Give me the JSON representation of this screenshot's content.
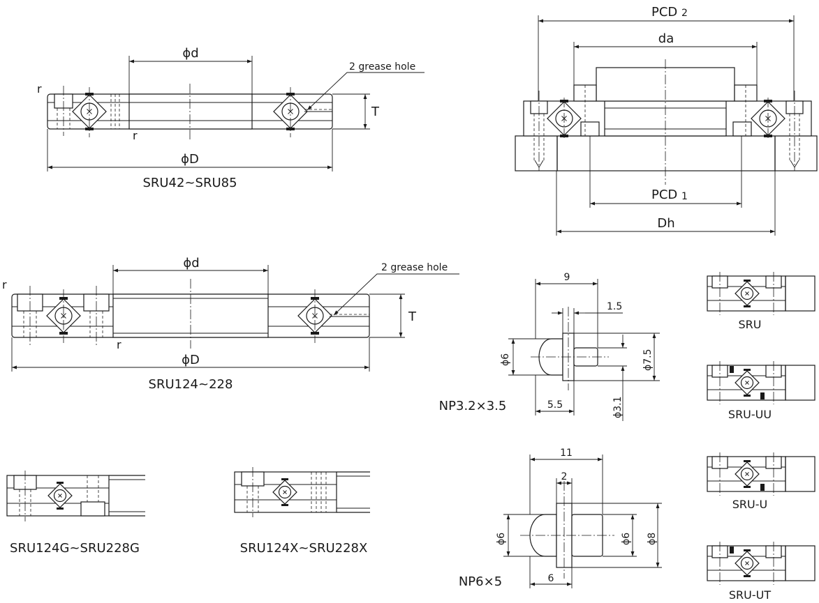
{
  "labels": {
    "phi_d": "ϕd",
    "phi_D": "ϕD",
    "T": "T",
    "r": "r",
    "grease_hole": "2 grease hole",
    "pcd2": "PCD",
    "pcd2_sub": "2",
    "da": "da",
    "pcd1": "PCD",
    "pcd1_sub": "1",
    "dh": "Dh"
  },
  "captions": {
    "sru42": "SRU42~SRU85",
    "sru124": "SRU124~228",
    "sru124g": "SRU124G~SRU228G",
    "sru124x": "SRU124X~SRU228X",
    "np32": "NP3.2×3.5",
    "np6": "NP6×5"
  },
  "np32": {
    "d9": "9",
    "d15": "1.5",
    "d6": "ϕ6",
    "d75": "ϕ7.5",
    "d55": "5.5",
    "d31": "ϕ3.1"
  },
  "np6": {
    "d11": "11",
    "d2": "2",
    "d6a": "ϕ6",
    "d6b": "ϕ6",
    "d8": "ϕ8",
    "d6c": "6"
  },
  "variants": [
    "SRU",
    "SRU-UU",
    "SRU-U",
    "SRU-UT"
  ]
}
